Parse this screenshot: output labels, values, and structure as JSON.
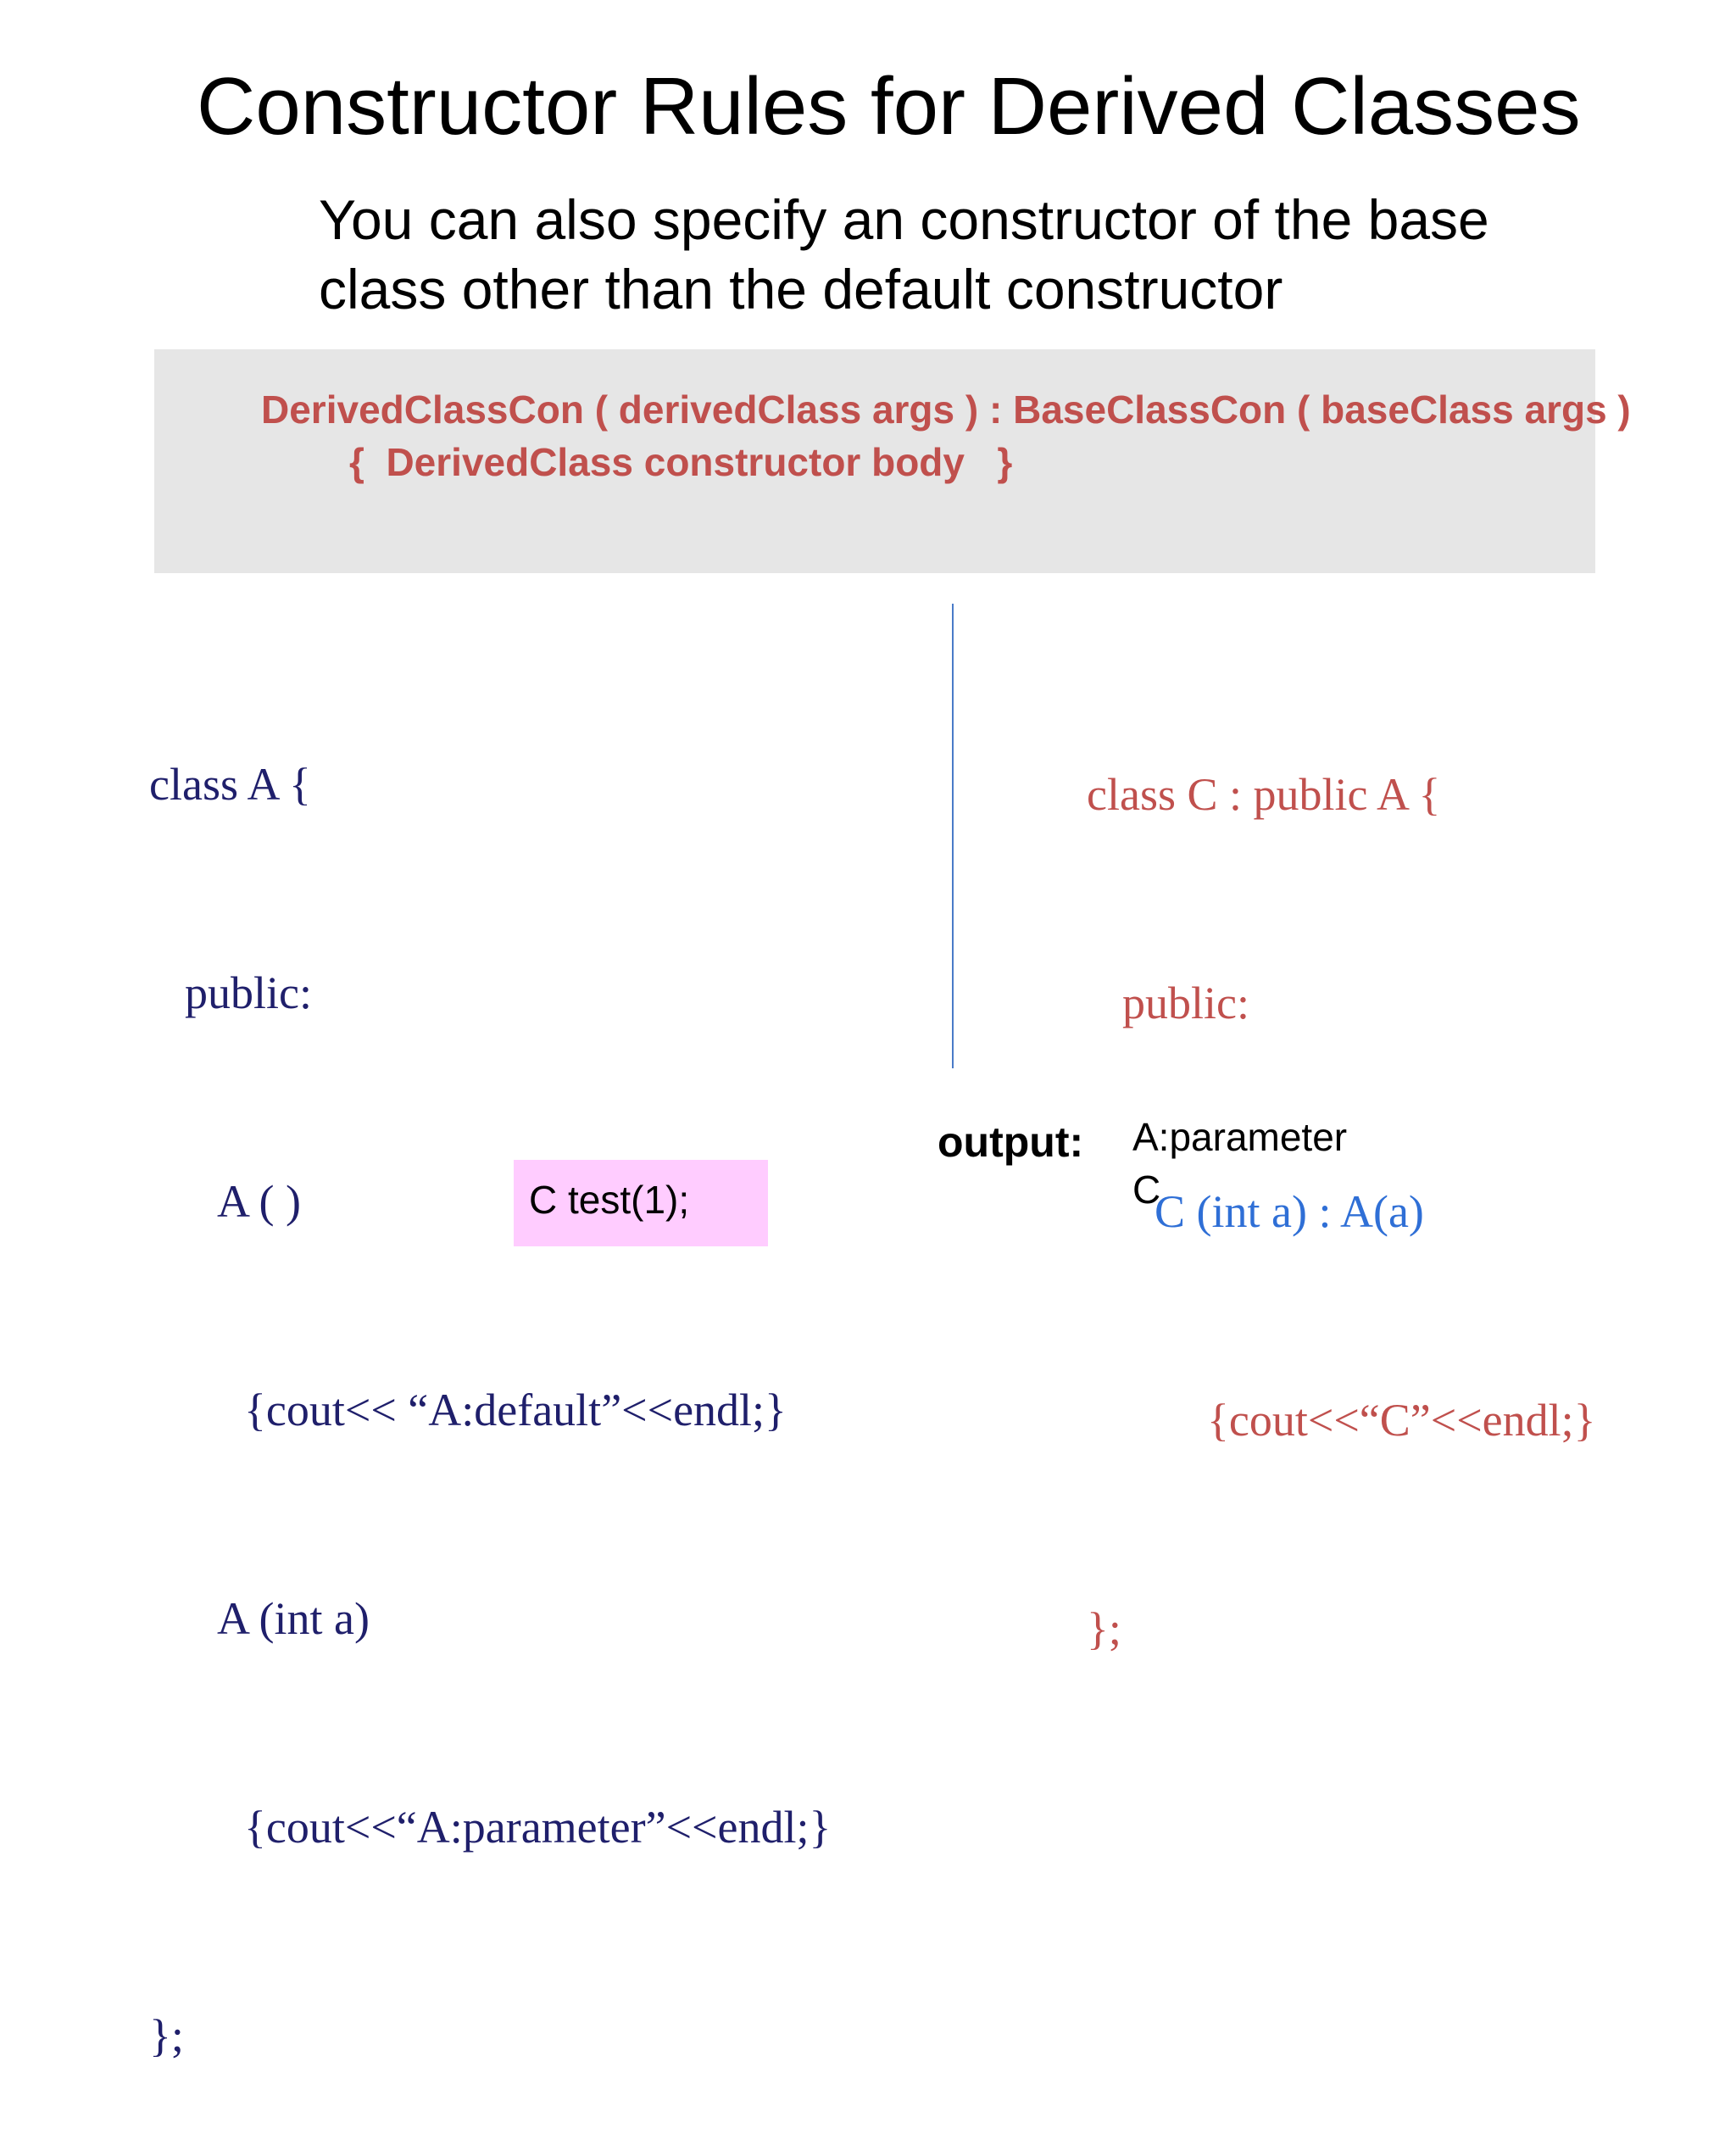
{
  "slide": {
    "title": "Constructor Rules for Derived Classes",
    "subtitle_lines": [
      "You can also specify an constructor of the base",
      "class other than the default constructor"
    ]
  },
  "syntax_box": {
    "line1": "DerivedClassCon ( derivedClass args ) : BaseClassCon ( baseClass args )",
    "line2": "{  DerivedClass constructor body   }",
    "background_color": "#e6e6e6",
    "text_color": "#c0504d"
  },
  "code_class_a": {
    "color": "#1f1f6b",
    "lines": [
      "class A {",
      "public:",
      "A ( )",
      "{cout<< “A:default”<<endl;}",
      "A (int a)",
      "{cout<<“A:parameter”<<endl;}",
      "};"
    ]
  },
  "code_class_c": {
    "color": "#c0504d",
    "highlight_color": "#2f6fd6",
    "lines": [
      "class C : public A {",
      "public:",
      "C (int a) : A(a)",
      "{cout<<“C”<<endl;}",
      "};"
    ]
  },
  "call_box": {
    "text": "C test(1);",
    "background_color": "#ffccff"
  },
  "output": {
    "label": "output:",
    "lines": [
      "A:parameter",
      "C"
    ]
  }
}
